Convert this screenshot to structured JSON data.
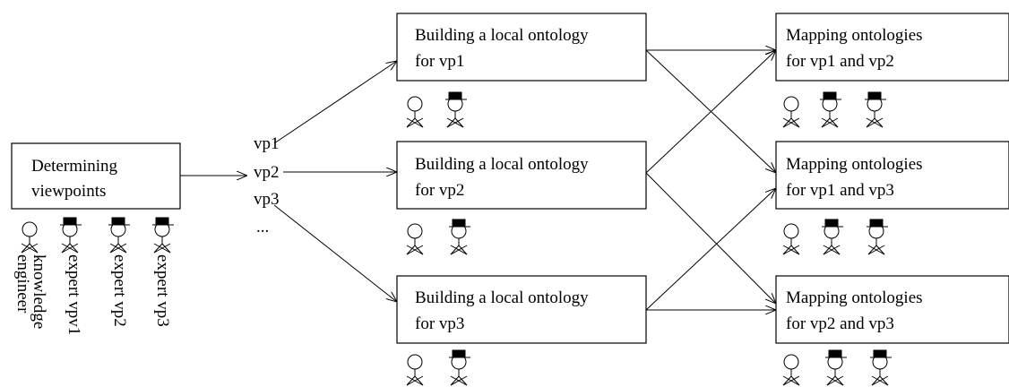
{
  "determining": {
    "line1": "Determining",
    "line2": "viewpoints"
  },
  "viewpoints": [
    "vp1",
    "vp2",
    "vp3",
    "..."
  ],
  "roles": {
    "knowledge_engineer": [
      "knowledge",
      "engineer"
    ],
    "expert_vpv1": "expert vpv1",
    "expert_vp2": "expert vp2",
    "expert_vp3": "expert vp3"
  },
  "build_boxes": [
    {
      "line1": "Building a local ontology",
      "line2": "for vp1"
    },
    {
      "line1": "Building a local ontology",
      "line2": "for vp2"
    },
    {
      "line1": "Building a local ontology",
      "line2": "for vp3"
    }
  ],
  "map_boxes": [
    {
      "line1": "Mapping ontologies",
      "line2": "for vp1 and vp2"
    },
    {
      "line1": "Mapping ontologies",
      "line2": "for vp1 and vp3"
    },
    {
      "line1": "Mapping ontologies",
      "line2": "for vp2 and vp3"
    }
  ]
}
